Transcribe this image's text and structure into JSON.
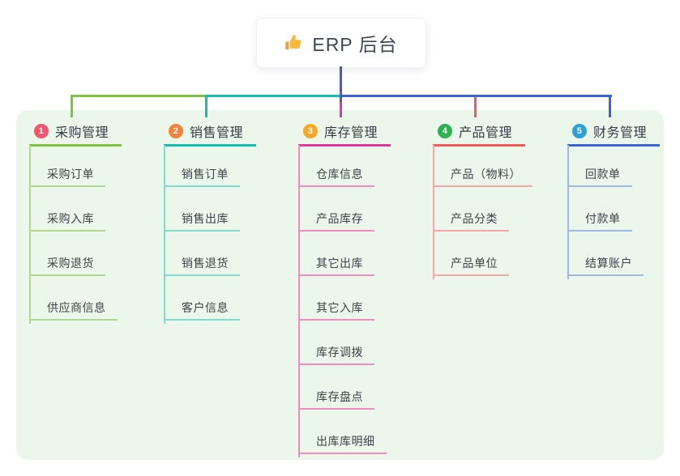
{
  "root": {
    "title": "ERP 后台",
    "icon": "thumbs-up-icon"
  },
  "colors": {
    "panel_bg": "#ecf7ec",
    "root_connector": "#4d5ac2",
    "root_text": "#3d4757",
    "thumb_icon": "#f6b93b"
  },
  "branches": [
    {
      "badge": "1",
      "label": "采购管理",
      "badge_color": "#f0566d",
      "line_color": "#7fc241",
      "child_line_color": "#aed88f",
      "children": [
        "采购订单",
        "采购入库",
        "采购退货",
        "供应商信息"
      ]
    },
    {
      "badge": "2",
      "label": "销售管理",
      "badge_color": "#f8823c",
      "line_color": "#13bfb1",
      "child_line_color": "#84d9d0",
      "children": [
        "销售订单",
        "销售出库",
        "销售退货",
        "客户信息"
      ]
    },
    {
      "badge": "3",
      "label": "库存管理",
      "badge_color": "#f9a825",
      "line_color": "#e0399b",
      "child_line_color": "#f18cc3",
      "children": [
        "仓库信息",
        "产品库存",
        "其它出库",
        "其它入库",
        "库存调拨",
        "库存盘点",
        "出库库明细"
      ]
    },
    {
      "badge": "4",
      "label": "产品管理",
      "badge_color": "#2fb14e",
      "line_color": "#f65b5b",
      "child_line_color": "#f9a5a5",
      "children": [
        "产品（物料）",
        "产品分类",
        "产品单位"
      ]
    },
    {
      "badge": "5",
      "label": "财务管理",
      "badge_color": "#2c9fd6",
      "line_color": "#3e63d8",
      "child_line_color": "#a2b6e8",
      "children": [
        "回款单",
        "付款单",
        "结算账户"
      ]
    }
  ]
}
